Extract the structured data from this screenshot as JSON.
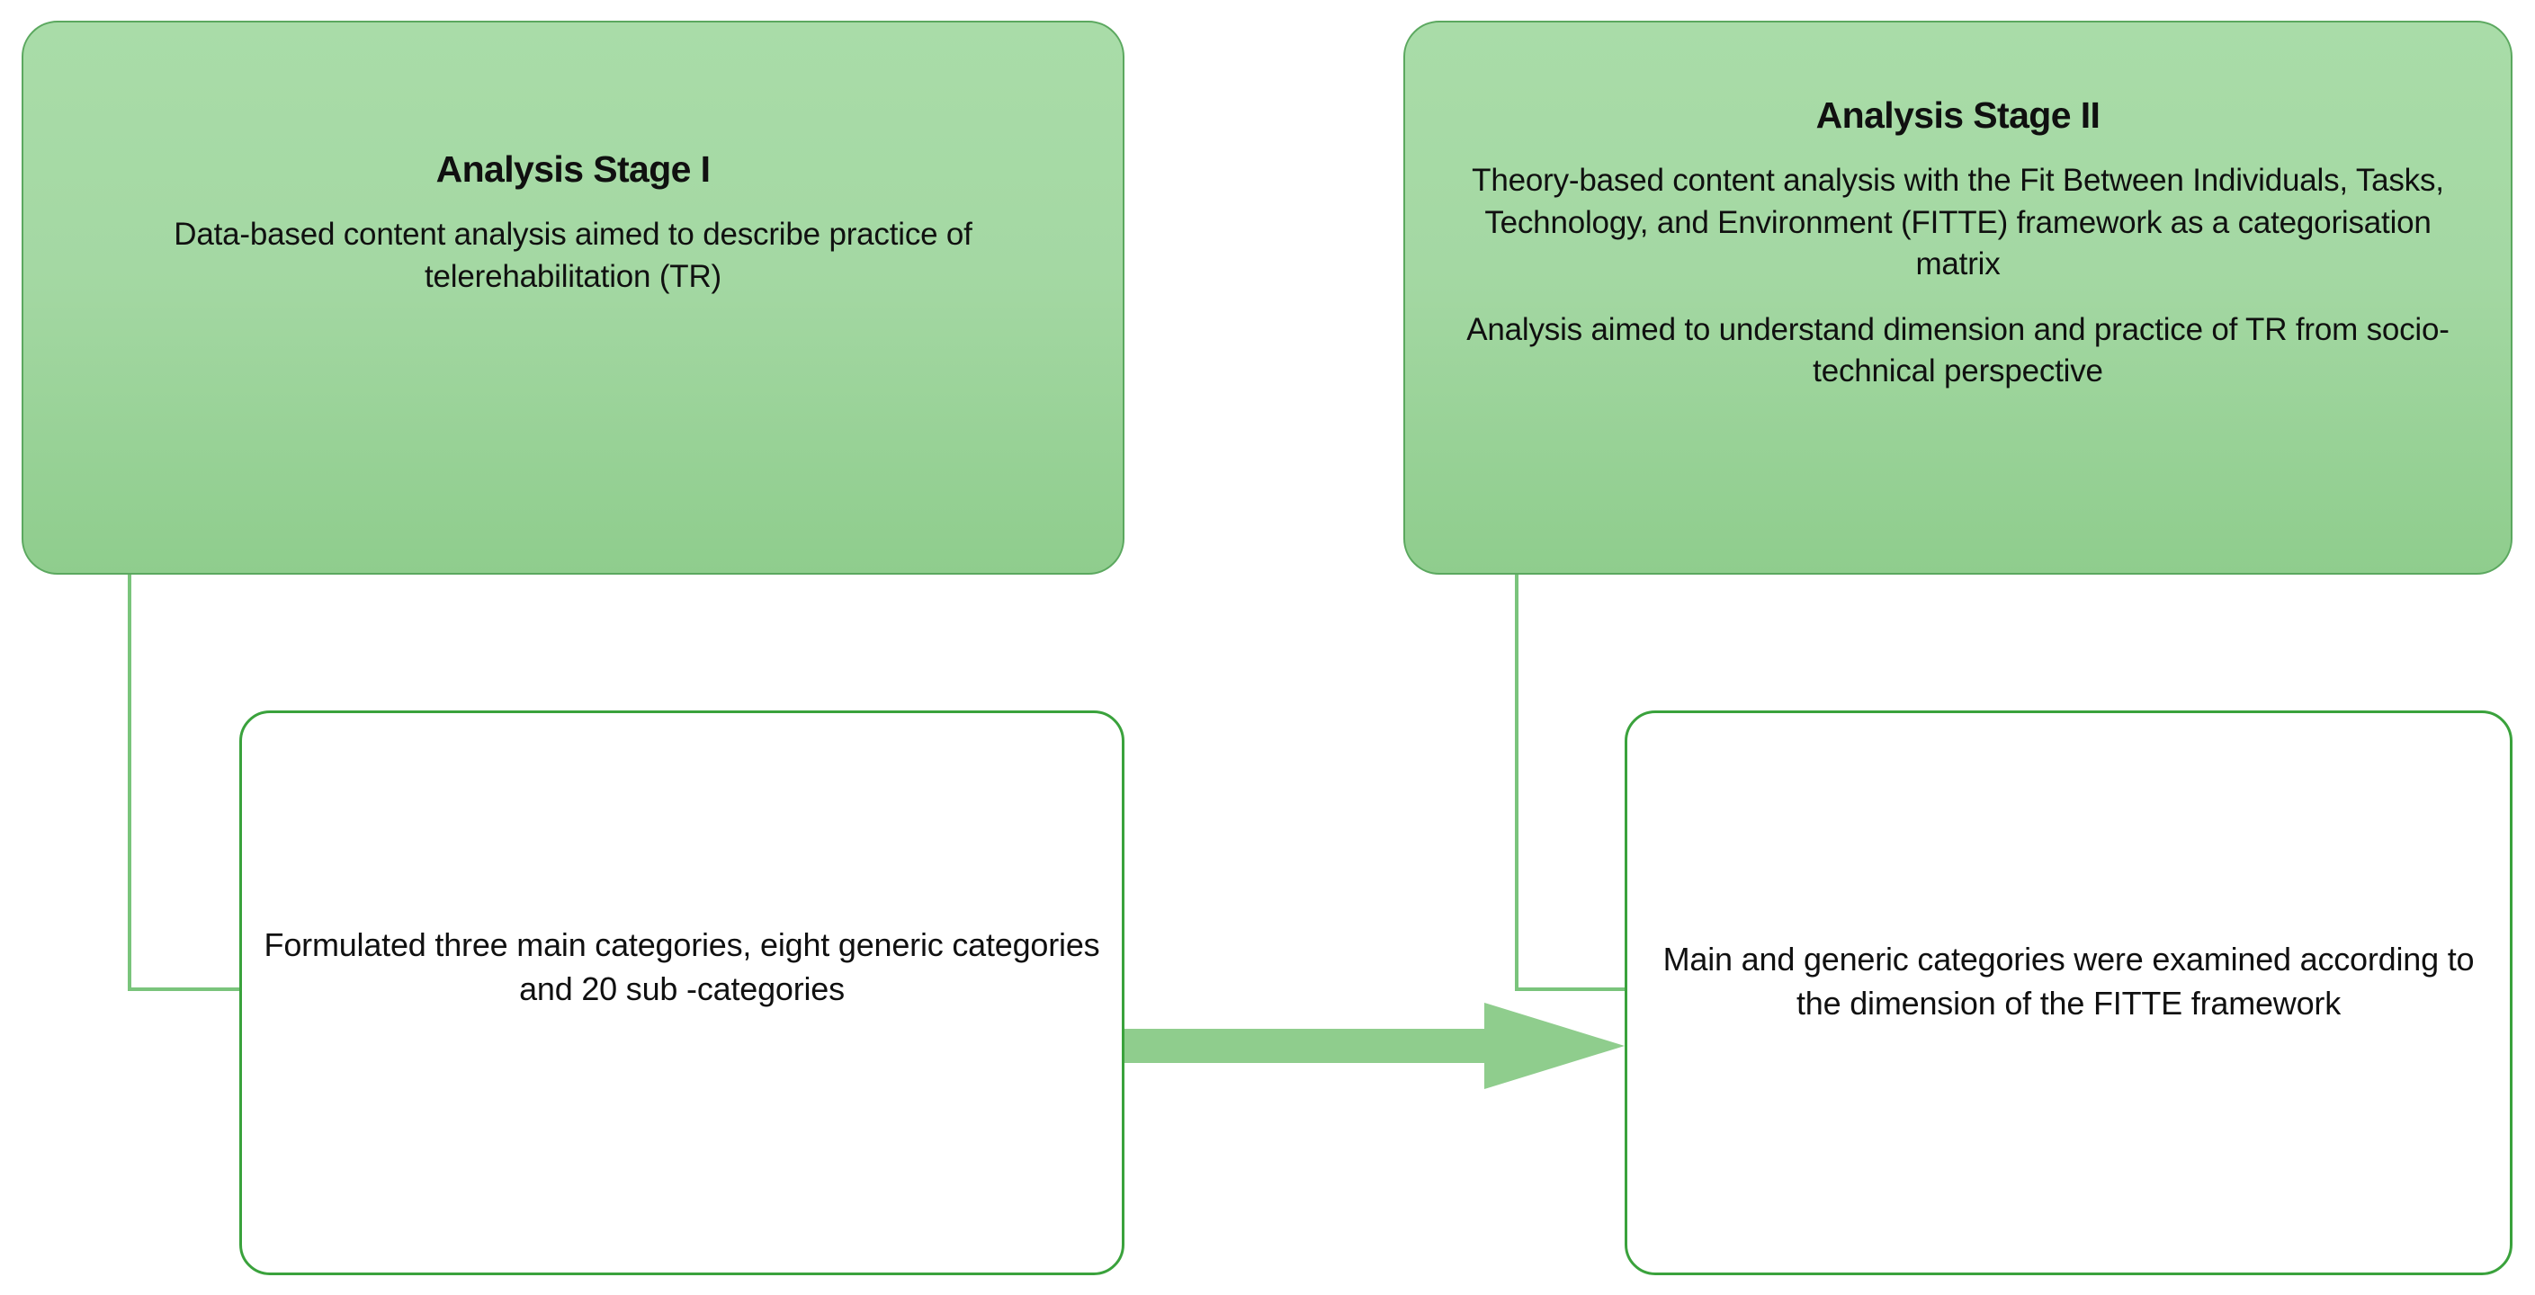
{
  "diagram": {
    "title_semantic": "Two-stage content analysis flow",
    "colors": {
      "stage_fill_top": "#a9dca8",
      "stage_fill_bottom": "#8fcd8d",
      "stage_border": "#5ba85f",
      "result_border": "#3aa23c",
      "result_fill": "#ffffff",
      "connector": "#7ac47c",
      "arrow": "#8fcd8d",
      "text": "#101010"
    },
    "stages": [
      {
        "id": "stage-1",
        "title": "Analysis Stage I",
        "paragraphs": [
          "Data-based content analysis aimed to describe practice of telerehabilitation (TR)"
        ],
        "result": "Formulated three main categories, eight generic categories and 20 sub -categories"
      },
      {
        "id": "stage-2",
        "title": "Analysis Stage II",
        "paragraphs": [
          "Theory-based content analysis with the Fit Between Individuals, Tasks, Technology, and Environment (FITTE) framework as a categorisation matrix",
          "Analysis aimed to understand dimension and practice of TR from socio-technical perspective"
        ],
        "result": "Main and generic categories were examined according to the dimension of the FITTE framework"
      }
    ],
    "arrow": {
      "direction": "right",
      "from": "stage-1-result",
      "to": "stage-2-result",
      "label": ""
    }
  }
}
